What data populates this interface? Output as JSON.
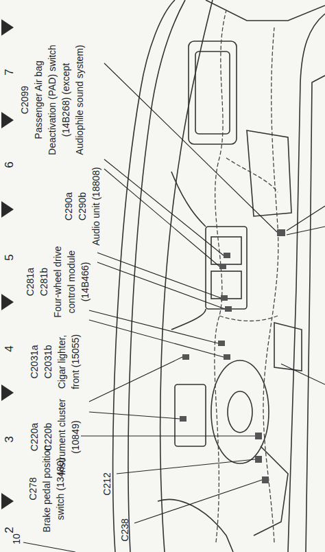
{
  "diagram": {
    "labels": [
      "7",
      "6",
      "5",
      "4",
      "3",
      "2",
      "C2099",
      "Passenger Air bag Deactivation (PAD) switch (14B268) (except Audiophile sound system)",
      "C290a",
      "C290b",
      "Audio unit (18808)",
      "C281a",
      "C281b",
      "Four-wheel drive control module (14B466)",
      "C2031a",
      "C2031b",
      "Cigar lighter, front (15055)",
      "C220a",
      "C220b",
      "Instrument cluster (10849)",
      "C278",
      "Brake pedal position switch (13480)",
      "C212",
      "C238",
      "10"
    ]
  }
}
